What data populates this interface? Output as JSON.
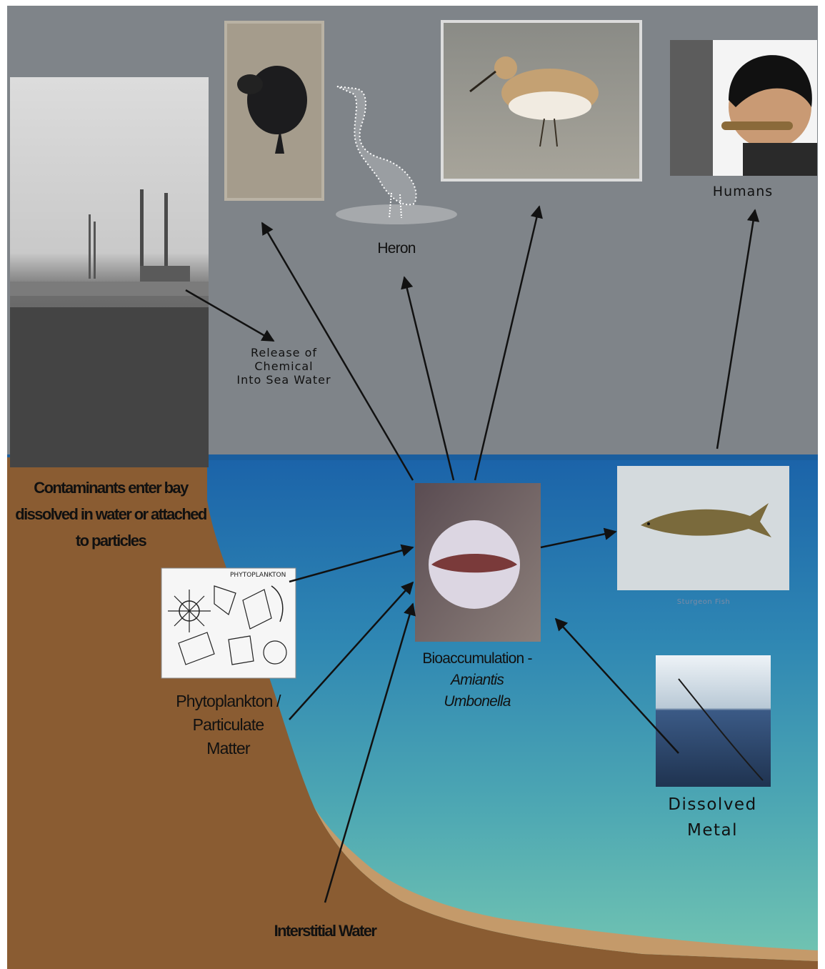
{
  "diagram": {
    "labels": {
      "heron": "Heron",
      "humans": "Humans",
      "release_line1": "Release of",
      "release_line2": "Chemical",
      "release_line3": "Into Sea Water",
      "contaminants_line1": "Contaminants enter bay",
      "contaminants_line2": "dissolved in water or attached",
      "contaminants_line3": "to particles",
      "bioaccumulation_line1": "Bioaccumulation -",
      "bioaccumulation_line2": "Amiantis",
      "bioaccumulation_line3": "Umbonella",
      "phytoplankton_line1": "Phytoplankton /",
      "phytoplankton_line2": "Particulate",
      "phytoplankton_line3": "Matter",
      "sturgeon": "Sturgeon Fish",
      "dissolved_line1": "Dissolved",
      "dissolved_line2": "Metal",
      "interstitial": "Interstitial Water",
      "phytoplankton_card_title": "PHYTOPLANKTON"
    },
    "colors": {
      "sky": "#7f8489",
      "sea_top": "#1d6bb0",
      "sea_bottom": "#6fc2b0",
      "land": "#8a5c32",
      "sand": "#c49a6a",
      "arrow": "#111111"
    }
  }
}
